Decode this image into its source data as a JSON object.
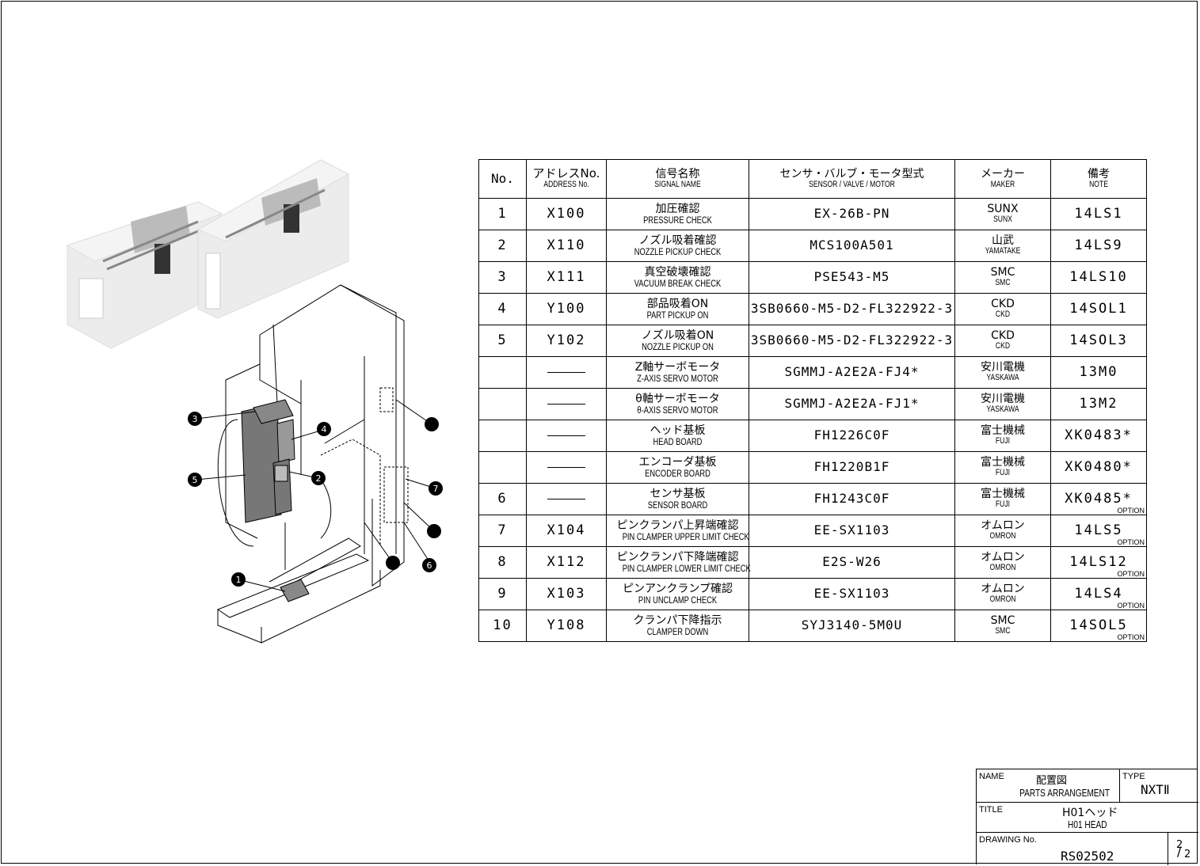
{
  "table": {
    "headers": [
      {
        "jp": "No.",
        "en": ""
      },
      {
        "jp": "アドレスNo.",
        "en": "ADDRESS No."
      },
      {
        "jp": "信号名称",
        "en": "SIGNAL NAME"
      },
      {
        "jp": "センサ・バルブ・モータ型式",
        "en": "SENSOR / VALVE / MOTOR"
      },
      {
        "jp": "メーカー",
        "en": "MAKER"
      },
      {
        "jp": "備考",
        "en": "NOTE"
      }
    ],
    "rows": [
      {
        "no": "1",
        "addr": "X100",
        "sig_jp": "加圧確認",
        "sig_en": "PRESSURE CHECK",
        "model": "EX-26B-PN",
        "maker_jp": "SUNX",
        "maker_en": "SUNX",
        "note": "14LS1",
        "opt": ""
      },
      {
        "no": "2",
        "addr": "X110",
        "sig_jp": "ノズル吸着確認",
        "sig_en": "NOZZLE PICKUP CHECK",
        "model": "MCS100A501",
        "maker_jp": "山武",
        "maker_en": "YAMATAKE",
        "note": "14LS9",
        "opt": ""
      },
      {
        "no": "3",
        "addr": "X111",
        "sig_jp": "真空破壊確認",
        "sig_en": "VACUUM BREAK CHECK",
        "model": "PSE543-M5",
        "maker_jp": "SMC",
        "maker_en": "SMC",
        "note": "14LS10",
        "opt": ""
      },
      {
        "no": "4",
        "addr": "Y100",
        "sig_jp": "部品吸着ON",
        "sig_en": "PART PICKUP ON",
        "model": "3SB0660-M5-D2-FL322922-3",
        "maker_jp": "CKD",
        "maker_en": "CKD",
        "note": "14SOL1",
        "opt": ""
      },
      {
        "no": "5",
        "addr": "Y102",
        "sig_jp": "ノズル吸着ON",
        "sig_en": "NOZZLE PICKUP ON",
        "model": "3SB0660-M5-D2-FL322922-3",
        "maker_jp": "CKD",
        "maker_en": "CKD",
        "note": "14SOL3",
        "opt": ""
      },
      {
        "no": "",
        "addr": "",
        "sig_jp": "Z軸サーボモータ",
        "sig_en": "Z-AXIS SERVO MOTOR",
        "model": "SGMMJ-A2E2A-FJ4*",
        "maker_jp": "安川電機",
        "maker_en": "YASKAWA",
        "note": "13M0",
        "opt": ""
      },
      {
        "no": "",
        "addr": "",
        "sig_jp": "θ軸サーボモータ",
        "sig_en": "θ-AXIS SERVO MOTOR",
        "model": "SGMMJ-A2E2A-FJ1*",
        "maker_jp": "安川電機",
        "maker_en": "YASKAWA",
        "note": "13M2",
        "opt": ""
      },
      {
        "no": "",
        "addr": "",
        "sig_jp": "ヘッド基板",
        "sig_en": "HEAD BOARD",
        "model": "FH1226C0F",
        "maker_jp": "富士機械",
        "maker_en": "FUJI",
        "note": "XK0483*",
        "opt": ""
      },
      {
        "no": "",
        "addr": "",
        "sig_jp": "エンコーダ基板",
        "sig_en": "ENCODER BOARD",
        "model": "FH1220B1F",
        "maker_jp": "富士機械",
        "maker_en": "FUJI",
        "note": "XK0480*",
        "opt": ""
      },
      {
        "no": "6",
        "addr": "",
        "sig_jp": "センサ基板",
        "sig_en": "SENSOR BOARD",
        "model": "FH1243C0F",
        "maker_jp": "富士機械",
        "maker_en": "FUJI",
        "note": "XK0485*",
        "opt": "OPTION"
      },
      {
        "no": "7",
        "addr": "X104",
        "sig_jp": "ピンクランパ上昇端確認",
        "sig_en": "PIN CLAMPER UPPER LIMIT CHECK",
        "model": "EE-SX1103",
        "maker_jp": "オムロン",
        "maker_en": "OMRON",
        "note": "14LS5",
        "opt": "OPTION"
      },
      {
        "no": "8",
        "addr": "X112",
        "sig_jp": "ピンクランパ下降端確認",
        "sig_en": "PIN CLAMPER LOWER LIMIT CHECK",
        "model": "E2S-W26",
        "maker_jp": "オムロン",
        "maker_en": "OMRON",
        "note": "14LS12",
        "opt": "OPTION"
      },
      {
        "no": "9",
        "addr": "X103",
        "sig_jp": "ピンアンクランプ確認",
        "sig_en": "PIN UNCLAMP CHECK",
        "model": "EE-SX1103",
        "maker_jp": "オムロン",
        "maker_en": "OMRON",
        "note": "14LS4",
        "opt": "OPTION"
      },
      {
        "no": "10",
        "addr": "Y108",
        "sig_jp": "クランパ下降指示",
        "sig_en": "CLAMPER DOWN",
        "model": "SYJ3140-5M0U",
        "maker_jp": "SMC",
        "maker_en": "SMC",
        "note": "14SOL5",
        "opt": "OPTION"
      }
    ]
  },
  "callouts": [
    "1",
    "2",
    "3",
    "4",
    "5",
    "6",
    "7",
    "",
    "",
    ""
  ],
  "title_block": {
    "name_label": "NAME",
    "name_jp": "配置図",
    "name_en": "PARTS ARRANGEMENT",
    "type_label": "TYPE",
    "type_value": "NXTⅡ",
    "title_label": "TITLE",
    "title_jp": "H01ヘッド",
    "title_en": "H01 HEAD",
    "drawing_label": "DRAWING No.",
    "drawing_value": "RS02502",
    "sheet_num": "2",
    "sheet_den": "2"
  }
}
